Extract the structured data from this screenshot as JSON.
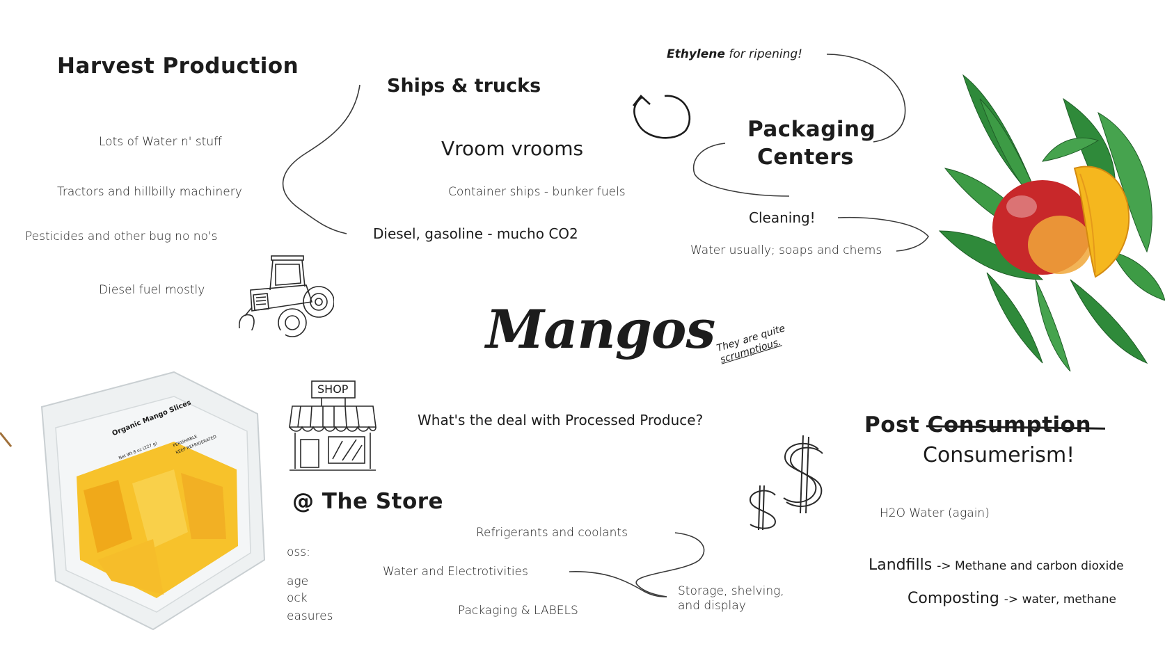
{
  "title": "Mangos",
  "aside": [
    "They are quite",
    "scrumptious."
  ],
  "question": "What's the deal with Processed Produce?",
  "harvest": {
    "heading": "Harvest Production",
    "items": [
      "Lots of Water n' stuff",
      "Tractors and hillbilly machinery",
      "Pesticides and other bug no no's",
      "Diesel fuel mostly"
    ]
  },
  "ships": {
    "heading": "Ships & trucks",
    "sub": "Vroom vrooms",
    "items": [
      "Container ships - bunker fuels",
      "Diesel, gasoline - mucho CO2"
    ]
  },
  "packaging": {
    "heading_line1": "Packaging",
    "heading_line2": "Centers",
    "ethylene_em": "Ethylene",
    "ethylene_rest": "for ripening!",
    "cleaning": "Cleaning!",
    "cleaning_detail": "Water usually; soaps and chems"
  },
  "store": {
    "heading": "@ The Store",
    "items": [
      "Refrigerants and coolants",
      "Water and Electrotivities",
      "Packaging & LABELS"
    ],
    "storage_line1": "Storage, shelving,",
    "storage_line2": "and display",
    "cut_off": [
      "oss:",
      "age",
      "ock",
      "easures"
    ],
    "shop_sign": "SHOP"
  },
  "post": {
    "heading_word1": "Post",
    "heading_struck": "Consumption",
    "heading_line2": "Consumerism!",
    "items": [
      "H2O Water (again)"
    ],
    "landfills_label": "Landfills",
    "landfills_detail": "-> Methane and carbon dioxide",
    "composting_label": "Composting",
    "composting_detail": "-> water, methane"
  },
  "package_label": {
    "brand": "Organic Mango Slices",
    "line1": "Net Wt 8 oz (227 g)",
    "line2": "PERISHABLE",
    "line3": "KEEP REFRIGERATED"
  },
  "colors": {
    "ink": "#1c1c1c",
    "mango_red": "#c8282a",
    "mango_yellow": "#f5b71e",
    "leaf_green": "#2f8a3a"
  }
}
